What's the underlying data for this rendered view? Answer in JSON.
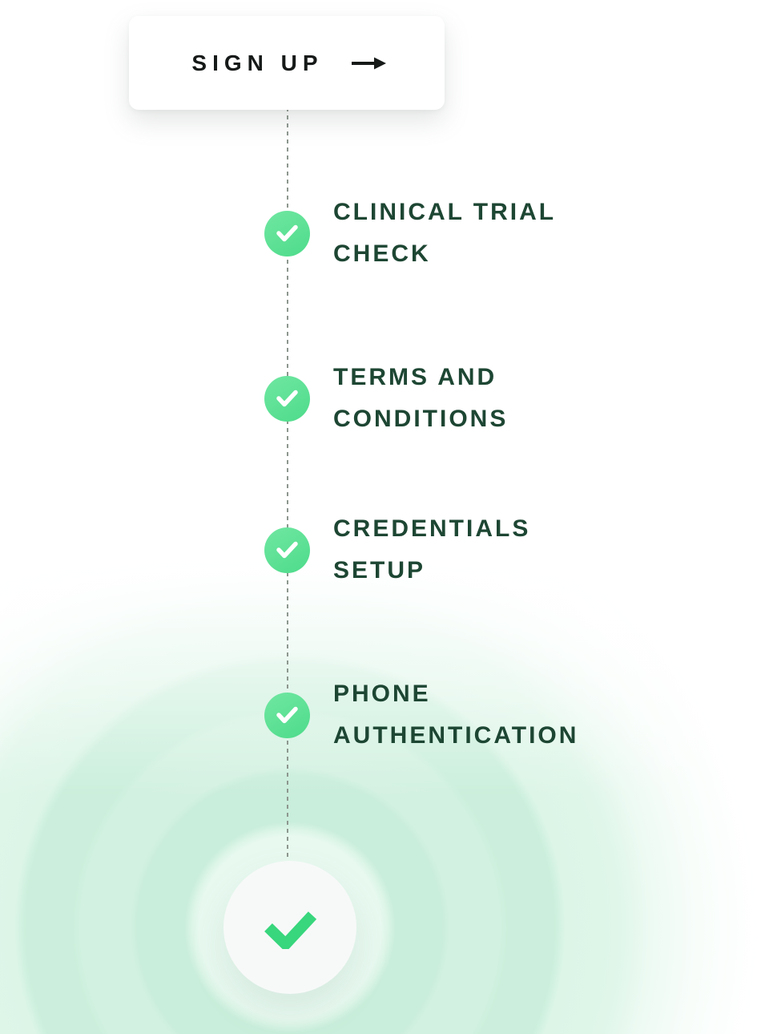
{
  "signup_card": {
    "label": "SIGN UP",
    "arrow_icon": "arrow-right"
  },
  "steps": [
    {
      "label": "CLINICAL TRIAL CHECK",
      "state": "completed",
      "icon": "check"
    },
    {
      "label": "TERMS AND CONDITIONS",
      "state": "completed",
      "icon": "check"
    },
    {
      "label": "CREDENTIALS SETUP",
      "state": "completed",
      "icon": "check"
    },
    {
      "label": "PHONE AUTHENTICATION",
      "state": "completed",
      "icon": "check"
    }
  ],
  "final_status": {
    "state": "completed",
    "icon": "check"
  },
  "icons": {
    "arrow_right": "→",
    "check": "✓"
  },
  "colors": {
    "accent_green": "#53dd8e",
    "accent_green_light": "#70e7a2",
    "check_green": "#38d67d",
    "text_dark_green": "#1d4633",
    "signup_text": "#161a18",
    "connector_gray": "#8d978f",
    "final_circle_bg": "#f7f9f8"
  }
}
